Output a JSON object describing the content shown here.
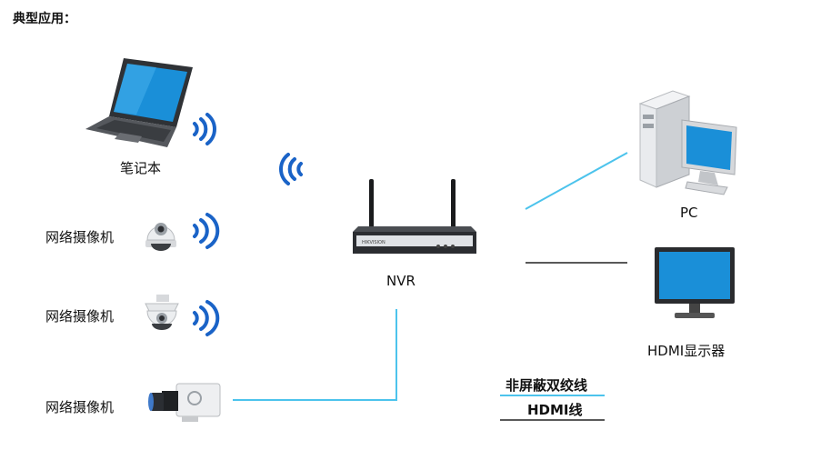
{
  "title": "典型应用：",
  "devices": {
    "laptop": "笔记本",
    "camera1": "网络摄像机",
    "camera2": "网络摄像机",
    "camera3": "网络摄像机",
    "nvr": "NVR",
    "pc": "PC",
    "monitor": "HDMI显示器",
    "nvr_brand": "HIKVISION"
  },
  "legend": {
    "utp": "非屏蔽双绞线",
    "hdmi": "HDMI线"
  },
  "colors": {
    "utp_line": "#4cc3ec",
    "hdmi_line": "#222222",
    "wifi_waves": "#1a63c7",
    "screen_blue": "#1a8fd8",
    "device_dark": "#2d2f33"
  },
  "icons": [
    "laptop-icon",
    "dome-camera-icon",
    "ptz-camera-icon",
    "box-camera-icon",
    "nvr-icon",
    "pc-tower-icon",
    "monitor-icon",
    "wifi-icon"
  ]
}
